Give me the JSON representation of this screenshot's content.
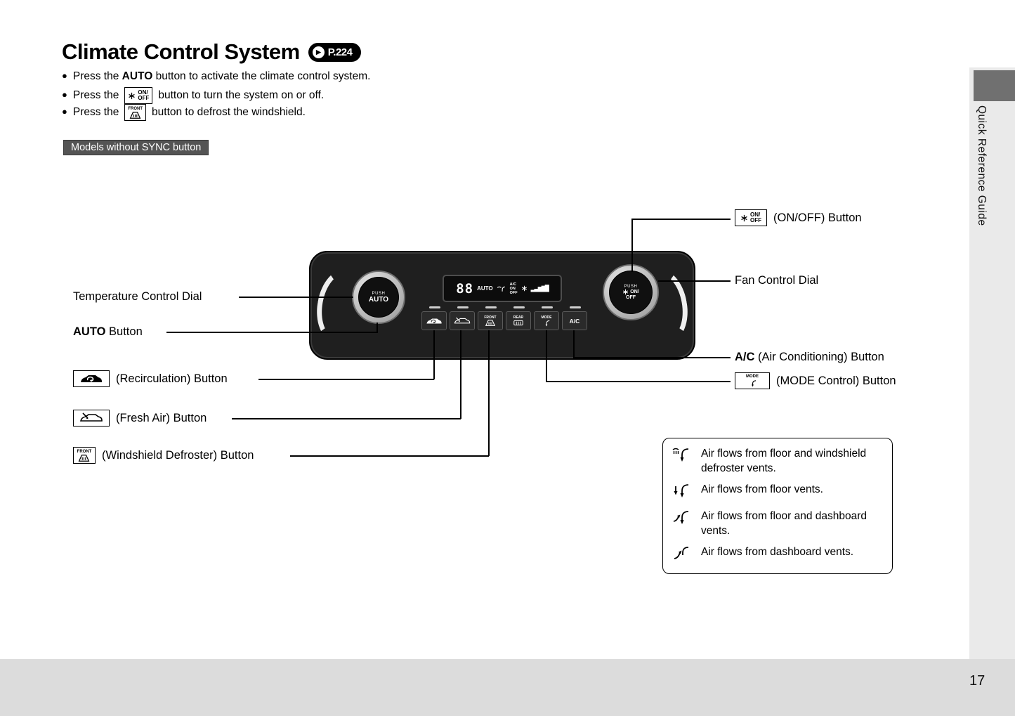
{
  "header": {
    "title": "Climate Control System",
    "page_ref": "P.224"
  },
  "bullets": [
    {
      "pre": "Press the ",
      "bold": "AUTO",
      "post": " button to activate the climate control system."
    },
    {
      "pre": "Press the ",
      "post": " button to turn the system on or off."
    },
    {
      "pre": "Press the ",
      "post": " button to defrost the windshield."
    }
  ],
  "model_note": "Models without SYNC button",
  "sidebar": {
    "label": "Quick Reference Guide"
  },
  "footer": {
    "page_number": "17"
  },
  "labels": {
    "push": "PUSH",
    "auto": "AUTO",
    "on_slash": "ON/",
    "off": "OFF",
    "front": "FRONT",
    "rear": "REAR",
    "mode": "MODE",
    "ac": "A/C"
  },
  "panel": {
    "display": {
      "digits": "88",
      "auto": "AUTO",
      "ac": "A/C",
      "on": "ON",
      "off": "OFF",
      "fan_bars": "▂▃▅▆▇"
    }
  },
  "callouts": {
    "temperature_dial": "Temperature Control Dial",
    "auto_bold": "AUTO",
    "auto_rest": " Button",
    "recirculation": "(Recirculation) Button",
    "fresh_air": "(Fresh Air) Button",
    "windshield": "(Windshield Defroster) Button",
    "onoff": "(ON/OFF) Button",
    "fan_dial": "Fan Control Dial",
    "ac_bold": "A/C",
    "ac_rest": " (Air Conditioning) Button",
    "mode": "(MODE Control) Button"
  },
  "airflow": {
    "rows": [
      {
        "icon": "floor-windshield-airflow-icon",
        "text": "Air flows from floor and windshield defroster vents."
      },
      {
        "icon": "floor-airflow-icon",
        "text": "Air flows from floor vents."
      },
      {
        "icon": "floor-dashboard-airflow-icon",
        "text": "Air flows from floor and dashboard vents."
      },
      {
        "icon": "dashboard-airflow-icon",
        "text": "Air flows from dashboard vents."
      }
    ]
  }
}
